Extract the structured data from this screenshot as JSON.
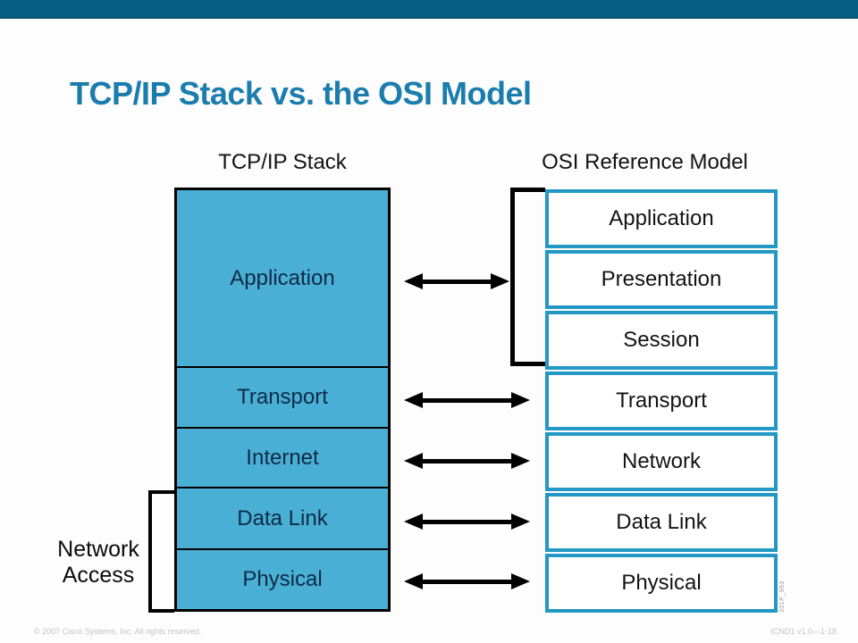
{
  "title": "TCP/IP Stack vs. the OSI Model",
  "headers": {
    "tcpip": "TCP/IP Stack",
    "osi": "OSI Reference Model"
  },
  "tcpip_stack": {
    "layers": [
      "Application",
      "Transport",
      "Internet",
      "Data Link",
      "Physical"
    ]
  },
  "osi_stack": {
    "layers": [
      "Application",
      "Presentation",
      "Session",
      "Transport",
      "Network",
      "Data Link",
      "Physical"
    ]
  },
  "network_access": {
    "line1": "Network",
    "line2": "Access"
  },
  "connectors": {
    "type": "double-headed-arrow",
    "count": 5
  },
  "figure_id": "301P_963",
  "footer": {
    "copyright": "© 2007 Cisco Systems, Inc. All rights reserved.",
    "slide_ref": "ICND1 v1.0—1-18"
  },
  "colors": {
    "top_bar": "#075e82",
    "title_text": "#1b7dae",
    "tcpip_fill": "#49afd5",
    "tcpip_text": "#0e2a47",
    "osi_border": "#2498c4",
    "arrow": "#000000",
    "footer_text": "#c3c3c3"
  }
}
